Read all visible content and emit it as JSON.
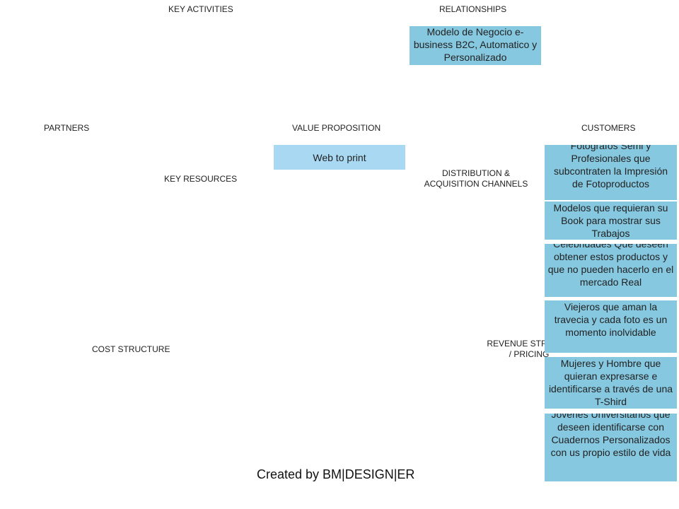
{
  "sections": {
    "key_activities": "KEY ACTIVITIES",
    "relationships": "RELATIONSHIPS",
    "partners": "PARTNERS",
    "value_proposition": "VALUE PROPOSITION",
    "customers": "CUSTOMERS",
    "key_resources": "KEY RESOURCES",
    "distribution": "DISTRIBUTION  & ACQUISITION  CHANNELS",
    "cost_structure": "COST  STRUCTURE",
    "revenue": "REVENUE  STREAMS / PRICING"
  },
  "relationships_box": "Modelo de Negocio e-business B2C, Automatico y Personalizado",
  "value_box": "Web to print",
  "customer_segments": [
    "Fotografos Semi y Profesionales que subcontraten la Impresión de Fotoproductos",
    "Modelos que requieran su Book para mostrar sus Trabajos",
    "Celebridades Que deseen obtener estos productos y que no pueden hacerlo en el mercado Real",
    "Viejeros que aman la travecia y cada foto es un momento inolvidable",
    "Mujeres y Hombre que quieran expresarse e identificarse a través de una T-Shird",
    "Jovenes Universitarios que deseen identificarse con Cuadernos Personalizados con us propio estilo de vida"
  ],
  "footer": "Created by BM|DESIGN|ER",
  "colors": {
    "box_blue": "#86c8e0",
    "value_blue": "#a9d8f2"
  }
}
